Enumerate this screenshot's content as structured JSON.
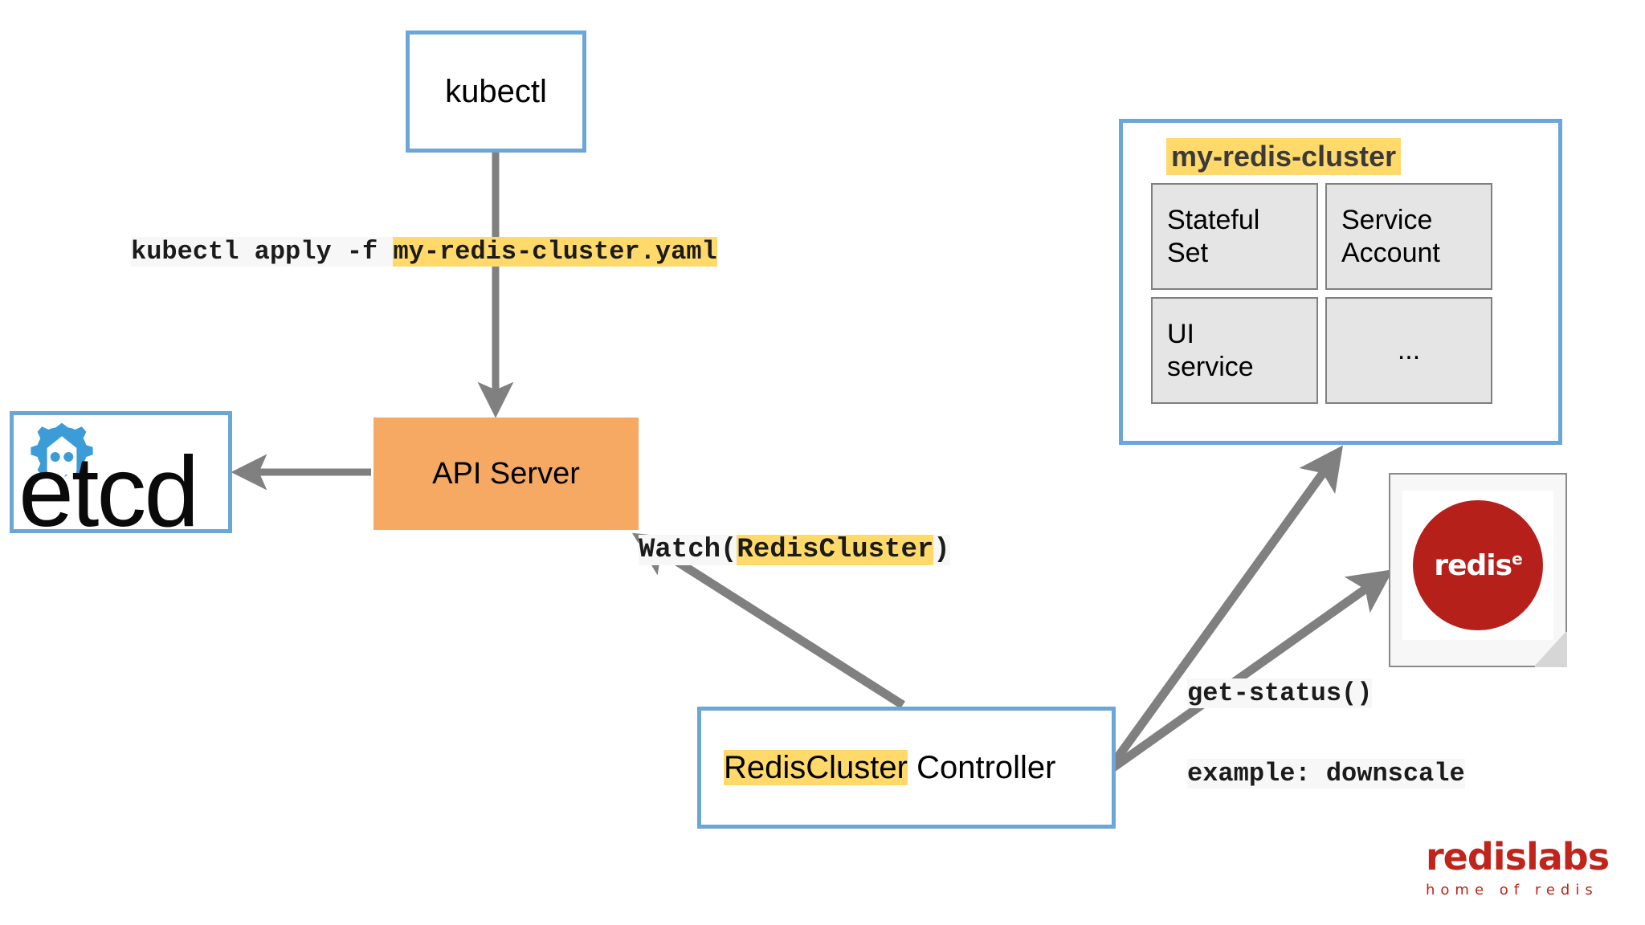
{
  "diagram": {
    "title": "Kubernetes RedisCluster operator flow",
    "background_color": "#ffffff",
    "accent_blue": "#6BA6D9",
    "accent_orange": "#F5A962",
    "highlight_yellow": "#FFDA6B",
    "arrow_gray": "#808080",
    "cell_gray": "#E5E5E5",
    "redis_red": "#B5201A"
  },
  "nodes": {
    "kubectl": {
      "label": "kubectl"
    },
    "api_server": {
      "label": "API Server"
    },
    "etcd": {
      "label": "etcd",
      "icon": "etcd-gear-icon"
    },
    "controller": {
      "label_highlight": "RedisCluster",
      "label_rest": " Controller"
    }
  },
  "cluster_panel": {
    "title": "my-redis-cluster",
    "cells": [
      {
        "line1": "Stateful",
        "line2": "Set"
      },
      {
        "line1": "Service",
        "line2": "Account"
      },
      {
        "line1": "UI",
        "line2": "service"
      },
      {
        "line1": "...",
        "line2": ""
      }
    ]
  },
  "redis_note": {
    "wordmark": "redis",
    "wordmark_sup": "e"
  },
  "edge_labels": {
    "apply_prefix": "kubectl apply -f ",
    "apply_highlight": "my-redis-cluster.yaml",
    "watch_prefix": "Watch(",
    "watch_highlight": "RedisCluster",
    "watch_suffix": ")",
    "get_status": "get-status()",
    "example": "example: downscale"
  },
  "branding": {
    "name": "redislabs",
    "tagline": "home of redis"
  }
}
